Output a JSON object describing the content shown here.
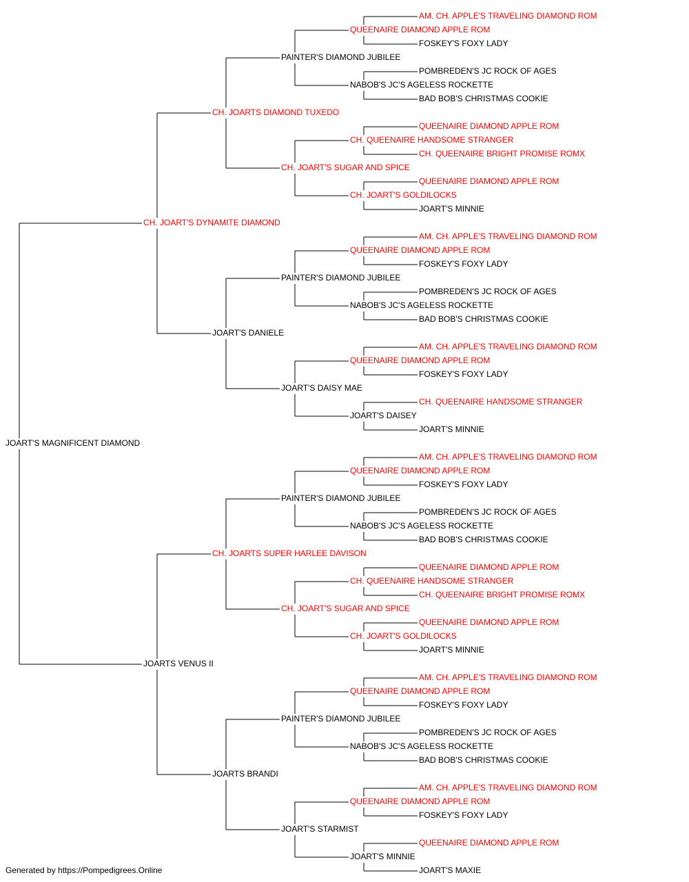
{
  "colors": {
    "champion": "#ff0000",
    "normal": "#000000",
    "line": "#000000"
  },
  "footer": {
    "text": "Generated by https://Pompedigrees.Online"
  },
  "pedigree": {
    "name": "JOART'S MAGNIFICENT DIAMOND",
    "champion": false,
    "sire": {
      "name": "CH. JOART'S DYNAMITE DIAMOND",
      "champion": true,
      "sire": {
        "name": "CH. JOARTS DIAMOND TUXEDO",
        "champion": true,
        "sire": {
          "name": "PAINTER'S DIAMOND JUBILEE",
          "champion": false,
          "sire": {
            "name": "QUEENAIRE DIAMOND APPLE ROM",
            "champion": true,
            "sire": {
              "name": "AM. CH. APPLE'S TRAVELING DIAMOND ROM",
              "champion": true
            },
            "dam": {
              "name": "FOSKEY'S FOXY LADY",
              "champion": false
            }
          },
          "dam": {
            "name": "NABOB'S JC'S AGELESS ROCKETTE",
            "champion": false,
            "sire": {
              "name": "POMBREDEN'S JC ROCK OF AGES",
              "champion": false
            },
            "dam": {
              "name": "BAD BOB'S CHRISTMAS COOKIE",
              "champion": false
            }
          }
        },
        "dam": {
          "name": "CH. JOART'S SUGAR AND SPICE",
          "champion": true,
          "sire": {
            "name": "CH. QUEENAIRE HANDSOME STRANGER",
            "champion": true,
            "sire": {
              "name": "QUEENAIRE DIAMOND APPLE ROM",
              "champion": true
            },
            "dam": {
              "name": "CH. QUEENAIRE BRIGHT PROMISE ROMX",
              "champion": true
            }
          },
          "dam": {
            "name": "CH. JOART'S GOLDILOCKS",
            "champion": true,
            "sire": {
              "name": "QUEENAIRE DIAMOND APPLE ROM",
              "champion": true
            },
            "dam": {
              "name": "JOART'S MINNIE",
              "champion": false
            }
          }
        }
      },
      "dam": {
        "name": "JOART'S DANIELE",
        "champion": false,
        "sire": {
          "name": "PAINTER'S DIAMOND JUBILEE",
          "champion": false,
          "sire": {
            "name": "QUEENAIRE DIAMOND APPLE ROM",
            "champion": true,
            "sire": {
              "name": "AM. CH. APPLE'S TRAVELING DIAMOND ROM",
              "champion": true
            },
            "dam": {
              "name": "FOSKEY'S FOXY LADY",
              "champion": false
            }
          },
          "dam": {
            "name": "NABOB'S JC'S AGELESS ROCKETTE",
            "champion": false,
            "sire": {
              "name": "POMBREDEN'S JC ROCK OF AGES",
              "champion": false
            },
            "dam": {
              "name": "BAD BOB'S CHRISTMAS COOKIE",
              "champion": false
            }
          }
        },
        "dam": {
          "name": "JOART'S DAISY MAE",
          "champion": false,
          "sire": {
            "name": "QUEENAIRE DIAMOND APPLE ROM",
            "champion": true,
            "sire": {
              "name": "AM. CH. APPLE'S TRAVELING DIAMOND ROM",
              "champion": true
            },
            "dam": {
              "name": "FOSKEY'S FOXY LADY",
              "champion": false
            }
          },
          "dam": {
            "name": "JOART'S DAISEY",
            "champion": false,
            "sire": {
              "name": "CH. QUEENAIRE HANDSOME STRANGER",
              "champion": true
            },
            "dam": {
              "name": "JOART'S MINNIE",
              "champion": false
            }
          }
        }
      }
    },
    "dam": {
      "name": "JOARTS VENUS II",
      "champion": false,
      "sire": {
        "name": "CH. JOARTS SUPER HARLEE DAVISON",
        "champion": true,
        "sire": {
          "name": "PAINTER'S DIAMOND JUBILEE",
          "champion": false,
          "sire": {
            "name": "QUEENAIRE DIAMOND APPLE ROM",
            "champion": true,
            "sire": {
              "name": "AM. CH. APPLE'S TRAVELING DIAMOND ROM",
              "champion": true
            },
            "dam": {
              "name": "FOSKEY'S FOXY LADY",
              "champion": false
            }
          },
          "dam": {
            "name": "NABOB'S JC'S AGELESS ROCKETTE",
            "champion": false,
            "sire": {
              "name": "POMBREDEN'S JC ROCK OF AGES",
              "champion": false
            },
            "dam": {
              "name": "BAD BOB'S CHRISTMAS COOKIE",
              "champion": false
            }
          }
        },
        "dam": {
          "name": "CH. JOART'S SUGAR AND SPICE",
          "champion": true,
          "sire": {
            "name": "CH. QUEENAIRE HANDSOME STRANGER",
            "champion": true,
            "sire": {
              "name": "QUEENAIRE DIAMOND APPLE ROM",
              "champion": true
            },
            "dam": {
              "name": "CH. QUEENAIRE BRIGHT PROMISE ROMX",
              "champion": true
            }
          },
          "dam": {
            "name": "CH. JOART'S GOLDILOCKS",
            "champion": true,
            "sire": {
              "name": "QUEENAIRE DIAMOND APPLE ROM",
              "champion": true
            },
            "dam": {
              "name": "JOART'S MINNIE",
              "champion": false
            }
          }
        }
      },
      "dam": {
        "name": "JOARTS BRANDI",
        "champion": false,
        "sire": {
          "name": "PAINTER'S DIAMOND JUBILEE",
          "champion": false,
          "sire": {
            "name": "QUEENAIRE DIAMOND APPLE ROM",
            "champion": true,
            "sire": {
              "name": "AM. CH. APPLE'S TRAVELING DIAMOND ROM",
              "champion": true
            },
            "dam": {
              "name": "FOSKEY'S FOXY LADY",
              "champion": false
            }
          },
          "dam": {
            "name": "NABOB'S JC'S AGELESS ROCKETTE",
            "champion": false,
            "sire": {
              "name": "POMBREDEN'S JC ROCK OF AGES",
              "champion": false
            },
            "dam": {
              "name": "BAD BOB'S CHRISTMAS COOKIE",
              "champion": false
            }
          }
        },
        "dam": {
          "name": "JOART'S STARMIST",
          "champion": false,
          "sire": {
            "name": "QUEENAIRE DIAMOND APPLE ROM",
            "champion": true,
            "sire": {
              "name": "AM. CH. APPLE'S TRAVELING DIAMOND ROM",
              "champion": true
            },
            "dam": {
              "name": "FOSKEY'S FOXY LADY",
              "champion": false
            }
          },
          "dam": {
            "name": "JOART'S MINNIE",
            "champion": false,
            "sire": {
              "name": "QUEENAIRE DIAMOND APPLE ROM",
              "champion": true
            },
            "dam": {
              "name": "JOART'S MAXIE",
              "champion": false
            }
          }
        }
      }
    }
  }
}
